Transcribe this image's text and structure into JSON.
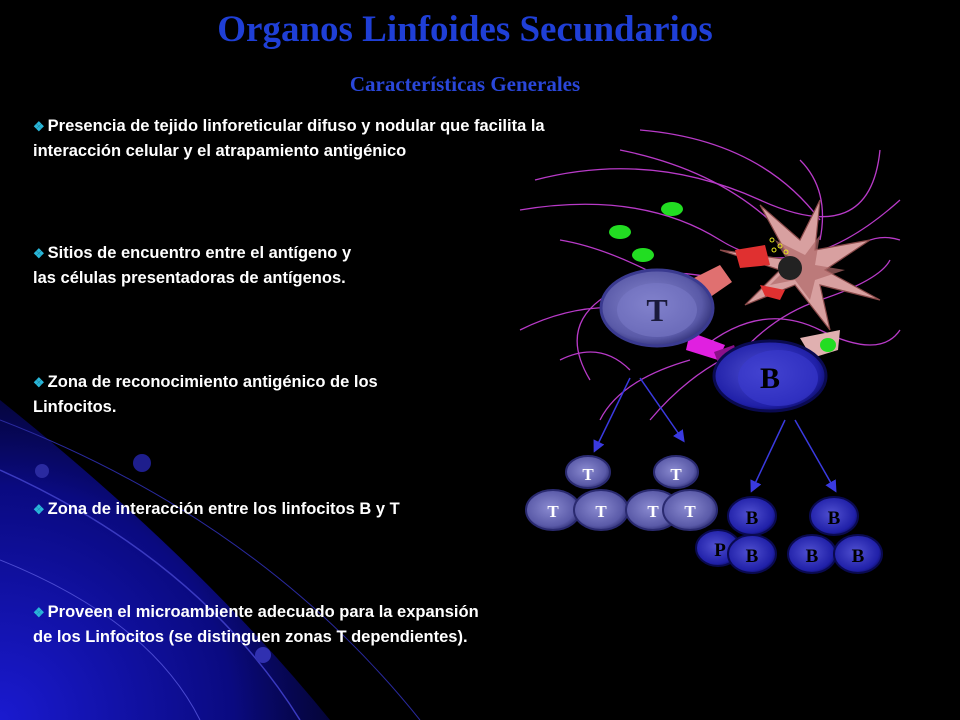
{
  "slide": {
    "title": "Organos Linfoides Secundarios",
    "subtitle": "Características Generales",
    "bullet_marker": "❖",
    "bullets": [
      {
        "line1": "Presencia de tejido linforeticular difuso y nodular que facilita la",
        "line2": "interacción celular y el atrapamiento antigénico"
      },
      {
        "line1": "Sitios de encuentro entre el antígeno y",
        "line2": "las células presentadoras de antígenos."
      },
      {
        "line1": "Zona de reconocimiento antigénico de los",
        "line2": "Linfocitos."
      },
      {
        "line1": "Zona de interacción entre los linfocitos B y T",
        "line2": ""
      },
      {
        "line1": "Proveen el microambiente adecuado para la expansión",
        "line2": "de los  Linfocitos (se distinguen zonas T dependientes)."
      }
    ]
  },
  "diagram": {
    "t_cell_label": "T",
    "b_cell_label": "B",
    "t_clone_label": "T",
    "b_clone_label": "B",
    "plasma_label": "P",
    "colors": {
      "title": "#1f3fd6",
      "cell": "#6a6ab8",
      "cell_dark": "#2a2a80",
      "b_cell": "#1a1aa8",
      "antigen": "#22dd22",
      "apc": "#d8a0a0"
    }
  }
}
